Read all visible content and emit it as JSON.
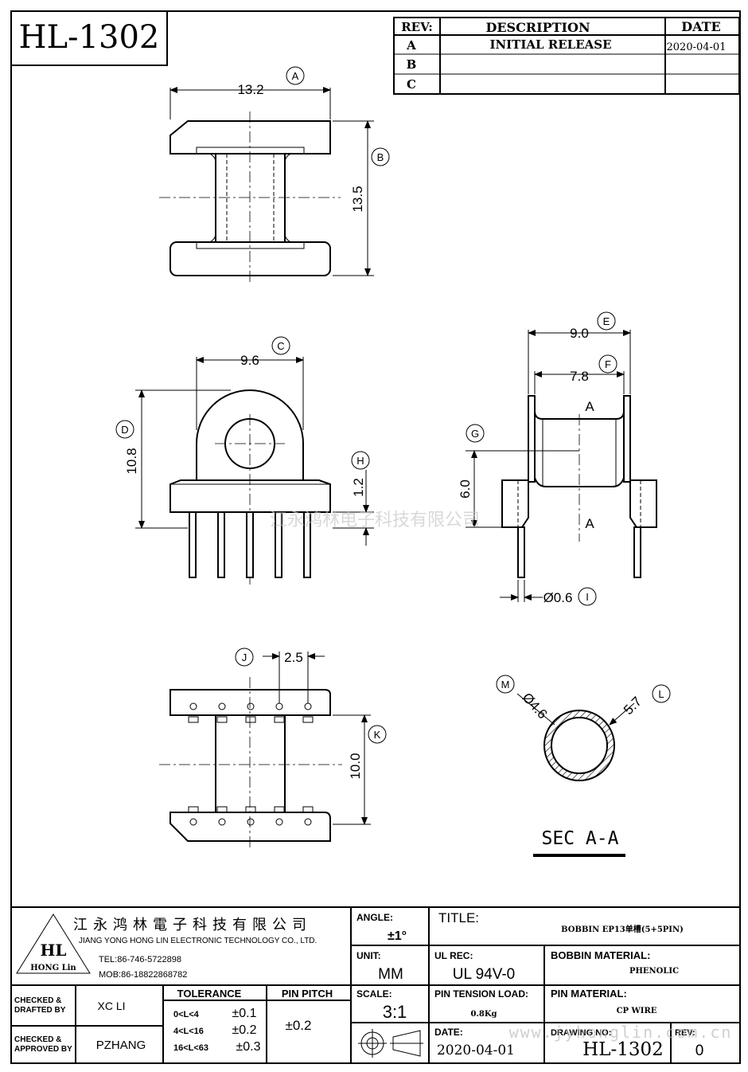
{
  "drawing_no": "HL-1302",
  "revision_table": {
    "headers": [
      "REV:",
      "DESCRIPTION",
      "DATE"
    ],
    "rows": [
      {
        "rev": "A",
        "description": "INITIAL RELEASE",
        "date": "2020-04-01"
      },
      {
        "rev": "B",
        "description": "",
        "date": ""
      },
      {
        "rev": "C",
        "description": "",
        "date": ""
      }
    ]
  },
  "dimensions": {
    "A": "13.2",
    "B": "13.5",
    "C": "9.6",
    "D": "10.8",
    "E": "9.0",
    "F": "7.8",
    "G": "6.0",
    "H": "1.2",
    "I": "Ø0.6",
    "J": "2.5",
    "K": "10.0",
    "L": "5.7",
    "M": "Ø4.6"
  },
  "section_labels": {
    "cut": "A",
    "title": "SEC  A-A"
  },
  "watermark": {
    "center": "江永鸿林电子科技有限公司",
    "footer": "www.jyhonglin.com.cn"
  },
  "company": {
    "name_cn": "江永鸿林電子科技有限公司",
    "name_en": "JIANG YONG HONG LIN ELECTRONIC TECHNOLOGY CO., LTD.",
    "tel": "TEL:86-746-5722898",
    "mob": "MOB:86-18822868782",
    "logo_text": "HL",
    "logo_sub": "HONG Lin"
  },
  "title_block": {
    "angle_label": "ANGLE:",
    "angle_value": "±1°",
    "title_label": "TITLE:",
    "title_value": "BOBBIN EP13单槽(5+5PIN)",
    "unit_label": "UNIT:",
    "unit_value": "MM",
    "ul_label": "UL REC:",
    "ul_value": "UL 94V-0",
    "bobbin_material_label": "BOBBIN MATERIAL:",
    "bobbin_material_value": "PHENOLIC",
    "checked_drafted_label": "CHECKED & DRAFTED BY",
    "checked_drafted_value": "XC LI",
    "tolerance_label": "TOLERANCE",
    "tolerances": [
      {
        "range": "0<L<4",
        "value": "±0.1"
      },
      {
        "range": "4<L<16",
        "value": "±0.2"
      },
      {
        "range": "16<L<63",
        "value": "±0.3"
      }
    ],
    "pin_pitch_label": "PIN PITCH",
    "pin_pitch_value": "±0.2",
    "scale_label": "SCALE:",
    "scale_value": "3:1",
    "pin_tension_label": "PIN TENSION LOAD:",
    "pin_tension_value": "0.8Kg",
    "pin_material_label": "PIN MATERIAL:",
    "pin_material_value": "CP WIRE",
    "checked_approved_label": "CHECKED & APPROVED BY",
    "checked_approved_value": "PZHANG",
    "date_label": "DATE:",
    "date_value": "2020-04-01",
    "drawing_no_label": "DRAWING NO:",
    "drawing_no_value": "HL-1302",
    "rev_label": "REV:",
    "rev_value": "0"
  }
}
